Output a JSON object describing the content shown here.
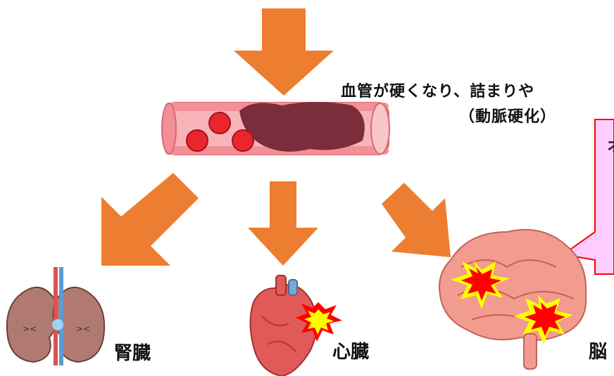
{
  "texts": {
    "main": "血管が硬くなり、詰まりや",
    "sub": "（動脈硬化）",
    "callout": "オ"
  },
  "labels": {
    "kidney": "腎臓",
    "heart": "心臓",
    "brain": "脳"
  },
  "colors": {
    "arrow": "#ed7d31",
    "callout_fill": "#ffccff",
    "callout_border": "#ff0000",
    "vessel": "#f3a3a8",
    "blood_cell": "#e8262c",
    "plaque": "#7b2d3b",
    "burst_outer": "#ff0000",
    "burst_inner": "#ffff00"
  },
  "icons": [
    "down-arrow-icon",
    "blood-vessel-icon",
    "kidneys-icon",
    "heart-icon",
    "brain-icon",
    "explosion-icon"
  ]
}
